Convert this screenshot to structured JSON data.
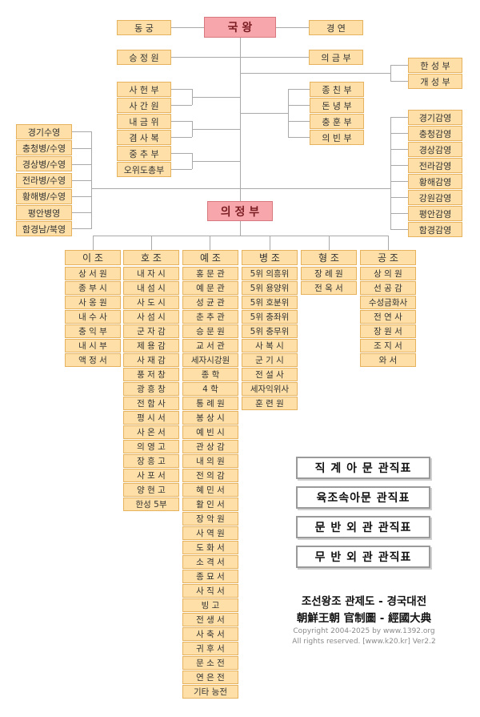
{
  "king": "국 왕",
  "uijeongbu": "의 정 부",
  "top_left": [
    "동 궁",
    "승 정 원"
  ],
  "top_right": [
    "경 연",
    "의 금 부"
  ],
  "far_right_top": [
    "한 성 부",
    "개 성 부"
  ],
  "left_group": [
    "사 헌 부",
    "사 간 원",
    "내 금 위",
    "겸 사 복",
    "중 추 부",
    "오위도총부"
  ],
  "right_group": [
    "종 친 부",
    "돈 녕 부",
    "충 훈 부",
    "의 빈 부"
  ],
  "military": [
    "경기수영",
    "충청병/수영",
    "경상병/수영",
    "전라병/수영",
    "황해병/수영",
    "평안병영",
    "함경남/북영"
  ],
  "provinces": [
    "경기감영",
    "충청감영",
    "경상감영",
    "전라감영",
    "황해감영",
    "강원감영",
    "평안감영",
    "함경감영"
  ],
  "ministries": [
    {
      "name": "이 조",
      "items": [
        "상 서 원",
        "종 부 시",
        "사 옹 원",
        "내 수 사",
        "충 익 부",
        "내 시 부",
        "액 정 서"
      ]
    },
    {
      "name": "호 조",
      "items": [
        "내 자 시",
        "내 섬 시",
        "사 도 시",
        "사 섬 시",
        "군 자 감",
        "제 용 감",
        "사 재 감",
        "풍 저 창",
        "광 흥 창",
        "전 함 사",
        "평 시 서",
        "사 온 서",
        "의 영 고",
        "장 흥 고",
        "사 포 서",
        "양 현 고",
        "한성 5부"
      ]
    },
    {
      "name": "예 조",
      "items": [
        "홍 문 관",
        "예 문 관",
        "성 균 관",
        "춘 추 관",
        "승 문 원",
        "교 서 관",
        "세자시강원",
        "종   학",
        "4   학",
        "통 례 원",
        "봉 상 시",
        "예 빈 시",
        "관 상 감",
        "내 의 원",
        "전 의 감",
        "혜 민 서",
        "활 인 서",
        "장 악 원",
        "사 역 원",
        "도 화 서",
        "소 격 서",
        "종 묘 서",
        "사 직 서",
        "빙   고",
        "전 생 서",
        "사 축 서",
        "귀 후 서",
        "문 소 전",
        "연 은 전",
        "기타 능전"
      ]
    },
    {
      "name": "병 조",
      "items": [
        "5위 의흥위",
        "5위 용양위",
        "5위 호분위",
        "5위 충좌위",
        "5위 충무위",
        "사 복 시",
        "군 기 시",
        "전 설 사",
        "세자익위사",
        "훈 련 원"
      ]
    },
    {
      "name": "형 조",
      "items": [
        "장 례 원",
        "전 옥 서"
      ]
    },
    {
      "name": "공 조",
      "items": [
        "상 의 원",
        "선 공 감",
        "수성금화사",
        "전 연 사",
        "장 원 서",
        "조 지 서",
        "와   서"
      ]
    }
  ],
  "buttons": [
    "직 계 아 문   관직표",
    "육조속아문   관직표",
    "문 반 외 관   관직표",
    "무 반 외 관   관직표"
  ],
  "title_korean": "조선왕조 관제도 - 경국대전",
  "title_hanja": "朝鮮王朝 官制圖 - 經國大典",
  "copyright_line1": "Copyright 2004-2025 by www.1392.org",
  "copyright_line2": "All rights reserved. [www.k20.kr] Ver2.2"
}
